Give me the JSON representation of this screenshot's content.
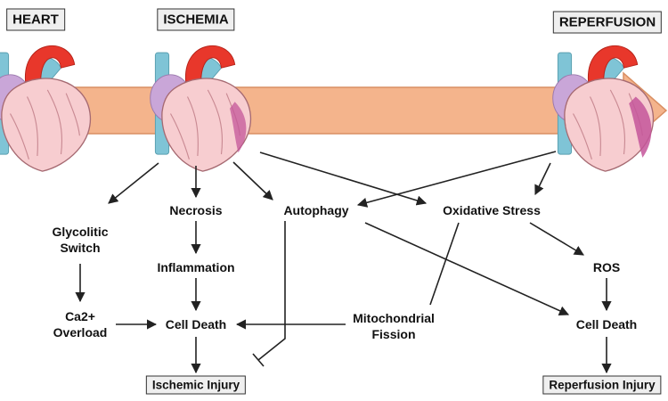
{
  "stages": {
    "heart": "HEART",
    "ischemia": "ISCHEMIA",
    "reperfusion": "REPERFUSION"
  },
  "nodes": {
    "glycolytic_switch": "Glycolitic\nSwitch",
    "necrosis": "Necrosis",
    "autophagy": "Autophagy",
    "oxidative_stress": "Oxidative Stress",
    "inflammation": "Inflammation",
    "ros": "ROS",
    "ca_overload": "Ca2+\nOverload",
    "cell_death_ischemic": "Cell Death",
    "mitochondrial_fission": "Mitochondrial\nFission",
    "cell_death_reperfusion": "Cell Death"
  },
  "outcomes": {
    "ischemic_injury": "Ischemic Injury",
    "reperfusion_injury": "Reperfusion Injury"
  },
  "colors": {
    "timeline_arrow": "#f4b48c",
    "timeline_arrow_edge": "#d98f63",
    "heart_muscle": "#f7cdd0",
    "aorta": "#e8372b",
    "vena_cava": "#7fc4d6",
    "atrium": "#c9a6d8",
    "infarct": "#c4559a",
    "connector": "#222222",
    "box_fill": "#efefef"
  }
}
